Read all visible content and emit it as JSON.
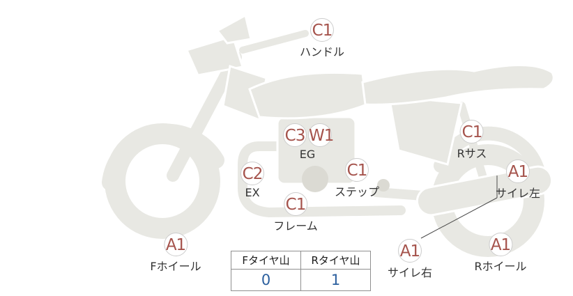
{
  "inspection": {
    "points": [
      {
        "id": "handle",
        "grades": [
          "C1"
        ],
        "label": "ハンドル"
      },
      {
        "id": "engine",
        "grades": [
          "C3",
          "W1"
        ],
        "label": "EG"
      },
      {
        "id": "rear-suspension",
        "grades": [
          "C1"
        ],
        "label": "Rサス"
      },
      {
        "id": "exhaust",
        "grades": [
          "C2"
        ],
        "label": "EX"
      },
      {
        "id": "step",
        "grades": [
          "C1"
        ],
        "label": "ステップ"
      },
      {
        "id": "silencer-left",
        "grades": [
          "A1"
        ],
        "label": "サイレ左"
      },
      {
        "id": "frame",
        "grades": [
          "C1"
        ],
        "label": "フレーム"
      },
      {
        "id": "front-wheel",
        "grades": [
          "A1"
        ],
        "label": "Fホイール"
      },
      {
        "id": "silencer-right",
        "grades": [
          "A1"
        ],
        "label": "サイレ右"
      },
      {
        "id": "rear-wheel",
        "grades": [
          "A1"
        ],
        "label": "Rホイール"
      }
    ]
  },
  "tire_table": {
    "headers": [
      "Fタイヤ山",
      "Rタイヤ山"
    ],
    "values": [
      "0",
      "1"
    ]
  },
  "colors": {
    "grade_text": "#a5534c",
    "badge_border": "#cccccc",
    "bike_fill": "#e8e8e3",
    "tire_value": "#2b5f9e",
    "table_border": "#8f8f8f"
  }
}
